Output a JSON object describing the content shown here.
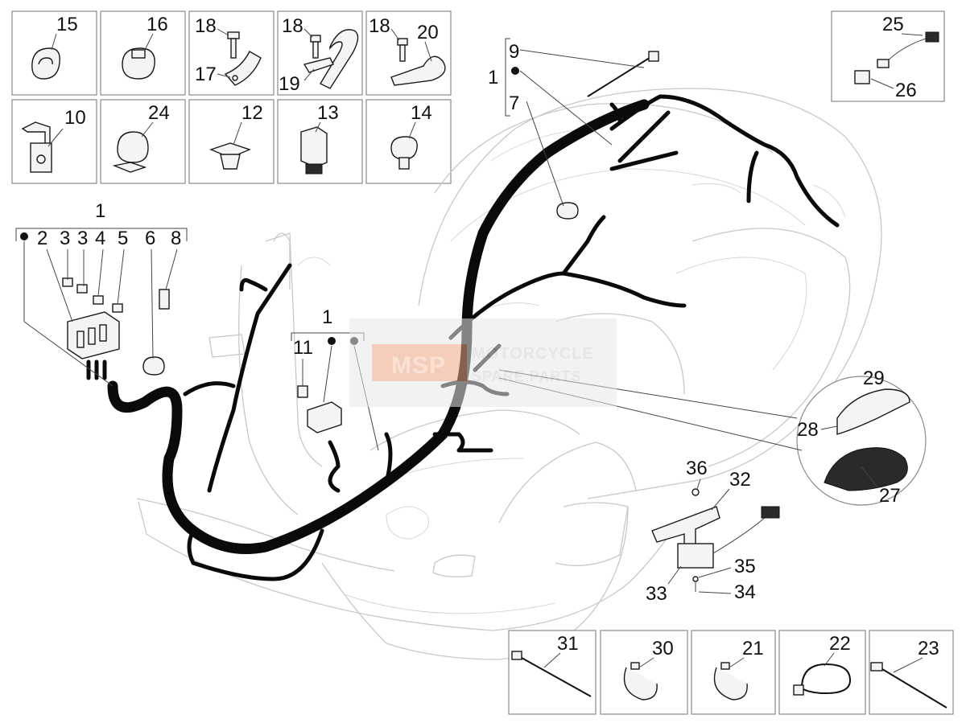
{
  "diagram": {
    "labels": {
      "l15": "15",
      "l16": "16",
      "l18a": "18",
      "l17": "17",
      "l18b": "18",
      "l19": "19",
      "l18c": "18",
      "l20": "20",
      "l10": "10",
      "l24": "24",
      "l12": "12",
      "l13": "13",
      "l14": "14",
      "l25": "25",
      "l26": "26",
      "l9": "9",
      "l1top": "1",
      "l7": "7",
      "l1left": "1",
      "l2": "2",
      "l3a": "3",
      "l3b": "3",
      "l4": "4",
      "l5": "5",
      "l6": "6",
      "l8": "8",
      "l1mid": "1",
      "l11": "11",
      "l29": "29",
      "l28": "28",
      "l27": "27",
      "l36": "36",
      "l32": "32",
      "l35": "35",
      "l33": "33",
      "l34": "34",
      "l31": "31",
      "l30": "30",
      "l21": "21",
      "l22": "22",
      "l23": "23"
    },
    "watermark": {
      "logo": "MSP",
      "line1": "MOTORCYCLE",
      "line2": "SPARE PARTS"
    },
    "colors": {
      "watermark_orange": "#f08a5a",
      "watermark_grey": "#d9d9d9"
    }
  }
}
